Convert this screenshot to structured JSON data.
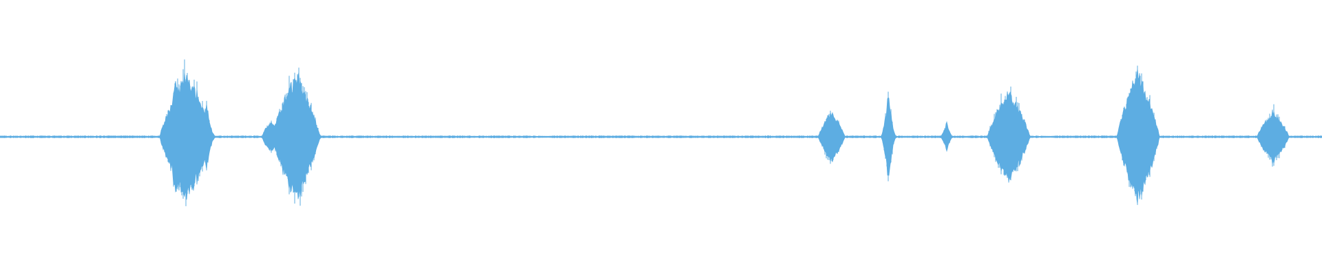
{
  "waveform": {
    "color": "#5dade2",
    "background": "#ffffff",
    "amplitude_range": [
      -1,
      1
    ],
    "duration_fraction_axis": [
      0,
      1
    ],
    "bursts": [
      {
        "center": 0.141,
        "width": 0.02,
        "peak": 1.0,
        "shape": "diamond"
      },
      {
        "center": 0.133,
        "width": 0.01,
        "peak": 0.9,
        "shape": "spike"
      },
      {
        "center": 0.156,
        "width": 0.008,
        "peak": 0.55,
        "shape": "tail"
      },
      {
        "center": 0.205,
        "width": 0.007,
        "peak": 0.22,
        "shape": "hump"
      },
      {
        "center": 0.224,
        "width": 0.018,
        "peak": 1.0,
        "shape": "diamond"
      },
      {
        "center": 0.239,
        "width": 0.006,
        "peak": 0.15,
        "shape": "tail"
      },
      {
        "center": 0.581,
        "width": 0.001,
        "peak": 0.03,
        "shape": "spike"
      },
      {
        "center": 0.629,
        "width": 0.01,
        "peak": 0.4,
        "shape": "diamond"
      },
      {
        "center": 0.672,
        "width": 0.006,
        "peak": 0.65,
        "shape": "spike"
      },
      {
        "center": 0.716,
        "width": 0.005,
        "peak": 0.22,
        "shape": "spike"
      },
      {
        "center": 0.763,
        "width": 0.016,
        "peak": 0.7,
        "shape": "diamond"
      },
      {
        "center": 0.861,
        "width": 0.016,
        "peak": 1.0,
        "shape": "diamond"
      },
      {
        "center": 0.963,
        "width": 0.012,
        "peak": 0.4,
        "shape": "diamond"
      }
    ],
    "noise_floor": 0.015
  }
}
